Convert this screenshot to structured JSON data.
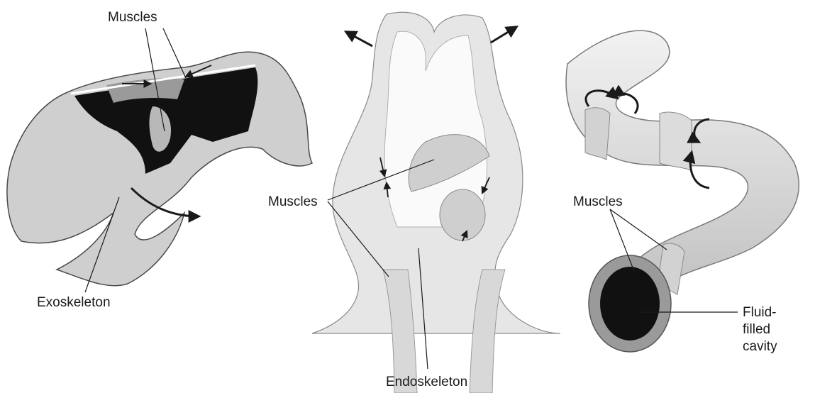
{
  "labels": {
    "claw_muscles": "Muscles",
    "exoskeleton": "Exoskeleton",
    "human_muscles": "Muscles",
    "endoskeleton": "Endoskeleton",
    "worm_muscles": "Muscles",
    "fluid_line1": "Fluid-",
    "fluid_line2": "filled",
    "fluid_line3": "cavity"
  },
  "colors": {
    "ink": "#1a1a1a",
    "shell": "#cfcfcf",
    "dark_cavity": "#111111",
    "tissue": "#e6e6e6"
  }
}
